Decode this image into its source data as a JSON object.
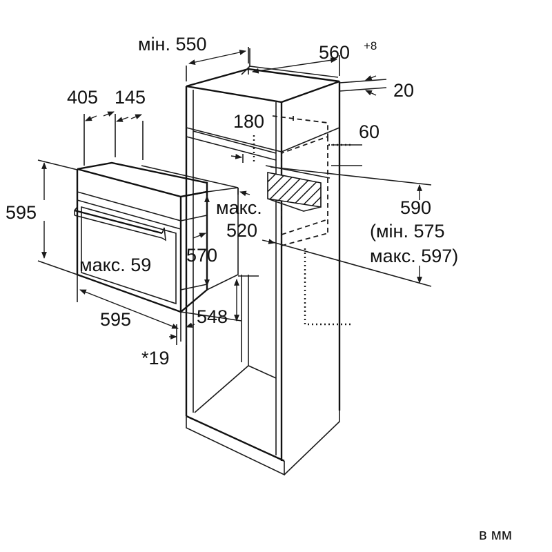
{
  "diagram": {
    "labels": {
      "min_550": "мін. 550",
      "w560": "560",
      "w560_tol": "+8",
      "d20": "20",
      "d405": "405",
      "d145": "145",
      "d180": "180",
      "d60": "60",
      "h595": "595",
      "max_text": "макс.",
      "d520": "520",
      "d590": "590",
      "min575": "(мін. 575",
      "max597": "макс. 597)",
      "max59": "макс. 59",
      "d570": "570",
      "w595": "595",
      "d548": "548",
      "d19": "*19"
    },
    "unit_note": "в мм"
  }
}
